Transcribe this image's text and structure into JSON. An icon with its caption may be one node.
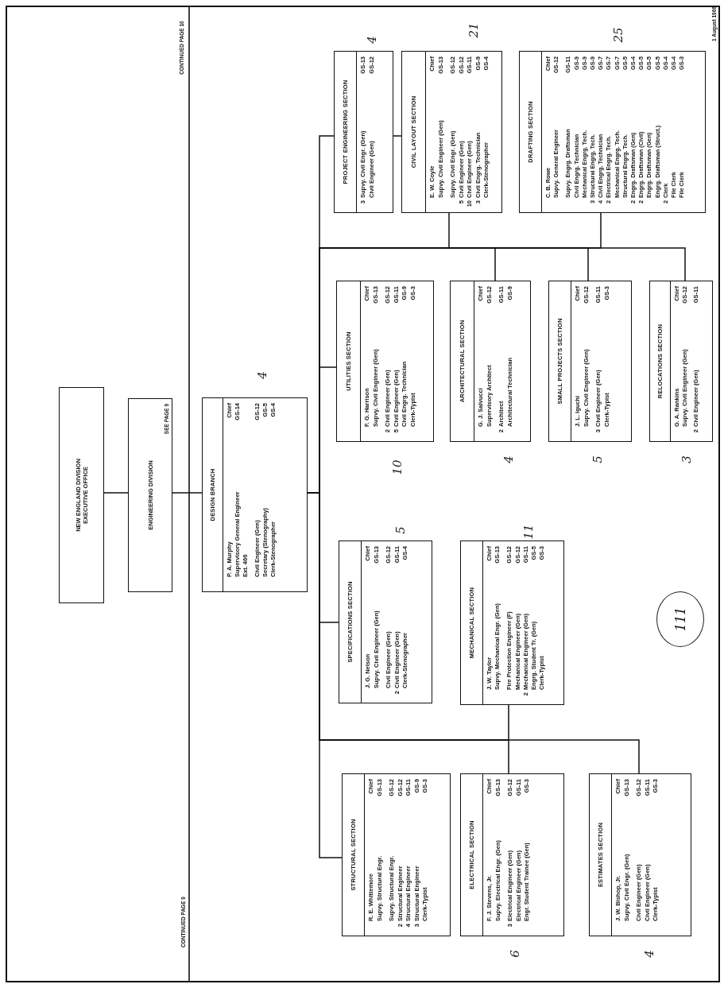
{
  "diagram": {
    "nodes": [
      {
        "text": [
          "NEW ENGLAND DIVISION EXECUTIVE OFFICE"
        ]
      },
      {
        "text": [
          "ENGINEERING DIVISION",
          "SEE PAGE 9"
        ]
      },
      {
        "text": [
          "DESIGN BRANCH",
          "P. A. Murphy",
          "Chief",
          "Supervisory General Engineer",
          "GS-14",
          "Ext. 466",
          "Civil Engineer (Gen)",
          "GS-12",
          "Secretary (Stenography)",
          "GS-5",
          "Clerk-Stenographer",
          "GS-4"
        ]
      },
      {
        "text": [
          "STRUCTURAL SECTION",
          "R. E. Whittemore",
          "Chief",
          "Supvy. Structural Engr.",
          "GS-13",
          "Supvy. Structural Engr.",
          "GS-12",
          "2",
          "Structural Engineer",
          "GS-12",
          "4",
          "Structural Engineer",
          "GS-11",
          "3",
          "Structural Engineer",
          "GS-9",
          "Clerk-Typist",
          "GS-3"
        ]
      },
      {
        "text": [
          "SPECIFICATIONS SECTION",
          "J. G. Nelson",
          "Chief",
          "Supvy. Civil Engineer (Gen)",
          "GS-13",
          "Civil Engineer (Gen)",
          "GS-12",
          "2",
          "Civil Engineer (Gen)",
          "GS-11",
          "Clerk-Stenographer",
          "GS-4"
        ]
      },
      {
        "text": [
          "UTILITIES SECTION",
          "F. G. Harrison",
          "Chief",
          "Supvy. Civil Engineer (Gen)",
          "GS-13",
          "2",
          "Civil Engineer (Gen)",
          "GS-12",
          "5",
          "Civil Engineer (Gen)",
          "GS-11",
          "Civil Engrg. Technician",
          "GS-9",
          "Clerk-Typist",
          "GS-3"
        ]
      },
      {
        "text": [
          "PROJECT ENGINEERING SECTION",
          "3",
          "Supvy. Civil Engr. (Gen)",
          "GS-13",
          "Civil Engineer (Gen)",
          "GS-12"
        ]
      },
      {
        "text": [
          "CIVIL LAYOUT SECTION",
          "E. W. Coyle",
          "Chief",
          "Supvy. Civil Engineer (Gen)",
          "GS-13",
          "Supvy. Civil Engr. (Gen)",
          "GS-12",
          "5",
          "Civil Engineer (Gen)",
          "GS-12",
          "10",
          "Civil Engineer (Gen)",
          "GS-11",
          "3",
          "Civil Engrg. Technician",
          "GS-9",
          "Clerk-Stenographer",
          "GS-4"
        ]
      },
      {
        "text": [
          "ELECTRICAL SECTION",
          "F. J. Stevens, Jr.",
          "Chief",
          "Supvy. Electrical Engr. (Gen)",
          "GS-13",
          "3",
          "Electrical Engineer (Gen)",
          "GS-12",
          "Electrical Engineer (Gen)",
          "GS-11",
          "Engr. Student Trainee (Gen)",
          "GS-3"
        ]
      },
      {
        "text": [
          "MECHANICAL SECTION",
          "J. W. Taylor",
          "Chief",
          "Supvy. Mechanical Engr. (Gen)",
          "GS-13",
          "Fire Protection Engineer (F)",
          "GS-12",
          "Mechanical Engineer (Gen)",
          "GS-12",
          "2",
          "Mechanical Engineer (Gen)",
          "GS-11",
          "Engrg. Student Tr. (Gen)",
          "GS-5",
          "Clerk-Typist",
          "GS-3"
        ]
      },
      {
        "text": [
          "ARCHITECTURAL SECTION",
          "G. J. Salvucci",
          "Chief",
          "Supervisory Architect",
          "GS-12",
          "2",
          "Architect",
          "GS-11",
          "Architectural Technician",
          "GS-9"
        ]
      },
      {
        "text": [
          "DRAFTING SECTION",
          "C. B. Rowe",
          "Chief",
          "Supvy. General Engineer",
          "GS-12",
          "Supvy. Engrg. Draftsman",
          "GS-11",
          "Civil Engrg. Technician",
          "GS-9",
          "Mechanical Engrg. Tech.",
          "GS-9",
          "3",
          "Structural Engrg. Tech.",
          "GS-9",
          "4",
          "Civil Engrg. Technician",
          "GS-7",
          "2",
          "Electrical Engrg. Tech.",
          "GS-7",
          "Mechanical Engrg. Tech.",
          "GS-7",
          "Structural Engrg. Tech.",
          "GS-5",
          "2",
          "Engrg. Draftsman (Gen)",
          "GS-4",
          "2",
          "Engrg. Draftsman (Civil)",
          "GS-5",
          "Engrg. Draftsman (Gen)",
          "GS-5",
          "Engrg. Draftsman (Struct.)",
          "GS-5",
          "2",
          "Clerk",
          "GS-4",
          "File Clerk",
          "GS-4",
          "File Clerk",
          "GS-3"
        ]
      },
      {
        "text": [
          "ESTIMATES SECTION",
          "J. W. Bishop, Jr.",
          "Chief",
          "Supvy. Civil Engr. (Gen)",
          "GS-13",
          "Civil Engineer (Gen)",
          "GS-12",
          "Civil Engineer (Gen)",
          "GS-11",
          "Clerk-Typist",
          "GS-3"
        ]
      },
      {
        "text": [
          "SMALL PROJECTS SECTION",
          "J. L. Iguchi",
          "Chief",
          "Supvy. Civil Engineer (Gen)",
          "GS-12",
          "3",
          "Civil Engineer (Gen)",
          "GS-11",
          "Clerk-Typist",
          "GS-3"
        ]
      },
      {
        "text": [
          "RELOCATIONS SECTION",
          "G. A. Rankins",
          "Chief",
          "Supvy. Civil Engineer (Gen)",
          "GS-12",
          "2",
          "Civil Engineer (Gen)",
          "GS-11"
        ]
      }
    ],
    "edges": [
      {
        "from": 0,
        "to": 1,
        "arrow": "none"
      },
      {
        "from": 1,
        "to": 2,
        "arrow": "none"
      },
      {
        "from": 2,
        "to": 3,
        "arrow": "none"
      },
      {
        "from": 2,
        "to": 4,
        "arrow": "none"
      },
      {
        "from": 2,
        "to": 5,
        "arrow": "none"
      },
      {
        "from": 2,
        "to": 6,
        "arrow": "none"
      },
      {
        "from": 6,
        "to": 7,
        "arrow": "none"
      },
      {
        "from": 2,
        "to": 7,
        "arrow": "none"
      },
      {
        "from": 2,
        "to": 8,
        "arrow": "none"
      },
      {
        "from": 2,
        "to": 9,
        "arrow": "none"
      },
      {
        "from": 2,
        "to": 10,
        "arrow": "none"
      },
      {
        "from": 2,
        "to": 11,
        "arrow": "none"
      },
      {
        "from": 2,
        "to": 12,
        "arrow": "none"
      },
      {
        "from": 2,
        "to": 13,
        "arrow": "none"
      },
      {
        "from": 2,
        "to": 14,
        "arrow": "none"
      }
    ],
    "labels": [
      "CONTINUED PAGE 9",
      "CONTINUED PAGE 10",
      "1 August 1966",
      "4",
      "21",
      "25",
      "4",
      "10",
      "4",
      "5",
      "3",
      "5",
      "11",
      "111",
      "6",
      "4"
    ]
  }
}
